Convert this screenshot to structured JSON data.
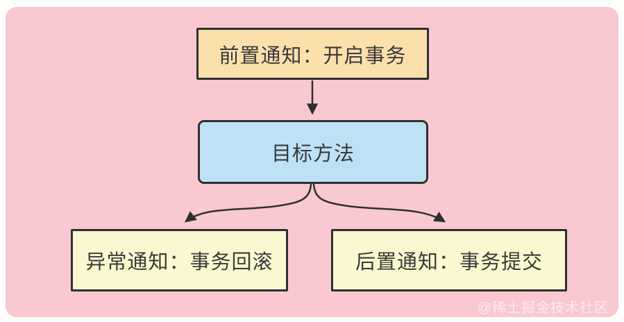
{
  "page": {
    "background": "#ffffff",
    "canvas_color": "#FAC8D1",
    "border_color": "#2F2F2F",
    "text_color": "#3A3A3A"
  },
  "diagram": {
    "nodes": [
      {
        "id": "pre-advice",
        "label": "前置通知：开启事务",
        "fill": "#FBE0AC"
      },
      {
        "id": "target-method",
        "label": "目标方法",
        "fill": "#BEE1F6"
      },
      {
        "id": "exception-advice",
        "label": "异常通知：事务回滚",
        "fill": "#FAF8D0"
      },
      {
        "id": "after-advice",
        "label": "后置通知：事务提交",
        "fill": "#FAF8D0"
      }
    ],
    "edges": [
      {
        "from": "pre-advice",
        "to": "target-method",
        "style": "straight-down"
      },
      {
        "from": "target-method",
        "to": "exception-advice",
        "style": "curve-left"
      },
      {
        "from": "target-method",
        "to": "after-advice",
        "style": "curve-right"
      }
    ]
  },
  "watermark": {
    "text": "@稀土掘金技术社区"
  }
}
